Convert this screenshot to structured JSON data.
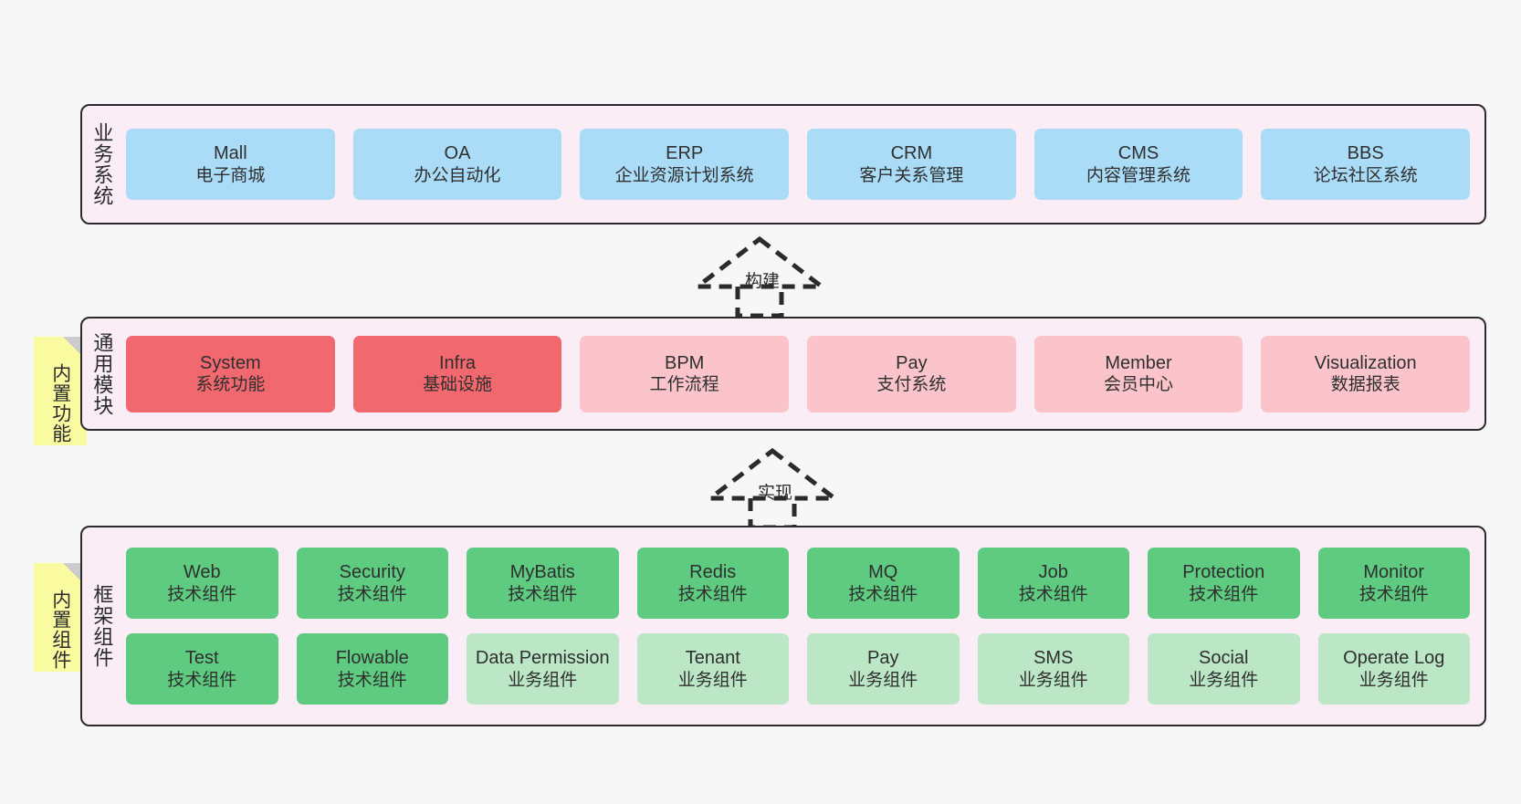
{
  "canvas": {
    "background": "#f7f7f7",
    "panel_background": "#faedf6",
    "panel_border": "#2b2b2b",
    "note_color": "#fafaa0",
    "note_fold_color": "#cccccc"
  },
  "sections": [
    {
      "id": "business-systems",
      "title": "业务系统",
      "note": null,
      "rows": [
        {
          "boxes": [
            {
              "l1": "Mall",
              "l2": "电子商城",
              "color": "#aadcf8",
              "style": "c-blue"
            },
            {
              "l1": "OA",
              "l2": "办公自动化",
              "color": "#aadcf8",
              "style": "c-blue"
            },
            {
              "l1": "ERP",
              "l2": "企业资源计划系统",
              "color": "#aadcf8",
              "style": "c-blue"
            },
            {
              "l1": "CRM",
              "l2": "客户关系管理",
              "color": "#aadcf8",
              "style": "c-blue"
            },
            {
              "l1": "CMS",
              "l2": "内容管理系统",
              "color": "#aadcf8",
              "style": "c-blue"
            },
            {
              "l1": "BBS",
              "l2": "论坛社区系统",
              "color": "#aadcf8",
              "style": "c-blue"
            }
          ]
        }
      ]
    },
    {
      "id": "common-modules",
      "title": "通用模块",
      "note": "内置功能",
      "rows": [
        {
          "boxes": [
            {
              "l1": "System",
              "l2": "系统功能",
              "color": "#f2686f",
              "style": "c-red"
            },
            {
              "l1": "Infra",
              "l2": "基础设施",
              "color": "#f2686f",
              "style": "c-red"
            },
            {
              "l1": "BPM",
              "l2": "工作流程",
              "color": "#fbc4cb",
              "style": "c-pink"
            },
            {
              "l1": "Pay",
              "l2": "支付系统",
              "color": "#fbc4cb",
              "style": "c-pink"
            },
            {
              "l1": "Member",
              "l2": "会员中心",
              "color": "#fbc4cb",
              "style": "c-pink"
            },
            {
              "l1": "Visualization",
              "l2": "数据报表",
              "color": "#fbc4cb",
              "style": "c-pink"
            }
          ]
        }
      ]
    },
    {
      "id": "framework-components",
      "title": "框架组件",
      "note": "内置组件",
      "rows": [
        {
          "boxes": [
            {
              "l1": "Web",
              "l2": "技术组件",
              "color": "#5ecb81",
              "style": "c-green"
            },
            {
              "l1": "Security",
              "l2": "技术组件",
              "color": "#5ecb81",
              "style": "c-green"
            },
            {
              "l1": "MyBatis",
              "l2": "技术组件",
              "color": "#5ecb81",
              "style": "c-green"
            },
            {
              "l1": "Redis",
              "l2": "技术组件",
              "color": "#5ecb81",
              "style": "c-green"
            },
            {
              "l1": "MQ",
              "l2": "技术组件",
              "color": "#5ecb81",
              "style": "c-green"
            },
            {
              "l1": "Job",
              "l2": "技术组件",
              "color": "#5ecb81",
              "style": "c-green"
            },
            {
              "l1": "Protection",
              "l2": "技术组件",
              "color": "#5ecb81",
              "style": "c-green"
            },
            {
              "l1": "Monitor",
              "l2": "技术组件",
              "color": "#5ecb81",
              "style": "c-green"
            }
          ]
        },
        {
          "boxes": [
            {
              "l1": "Test",
              "l2": "技术组件",
              "color": "#5ecb81",
              "style": "c-green"
            },
            {
              "l1": "Flowable",
              "l2": "技术组件",
              "color": "#5ecb81",
              "style": "c-green"
            },
            {
              "l1": "Data Permission",
              "l2": "业务组件",
              "color": "#bbe7c6",
              "style": "c-greenlight"
            },
            {
              "l1": "Tenant",
              "l2": "业务组件",
              "color": "#bbe7c6",
              "style": "c-greenlight"
            },
            {
              "l1": "Pay",
              "l2": "业务组件",
              "color": "#bbe7c6",
              "style": "c-greenlight"
            },
            {
              "l1": "SMS",
              "l2": "业务组件",
              "color": "#bbe7c6",
              "style": "c-greenlight"
            },
            {
              "l1": "Social",
              "l2": "业务组件",
              "color": "#bbe7c6",
              "style": "c-greenlight"
            },
            {
              "l1": "Operate Log",
              "l2": "业务组件",
              "color": "#bbe7c6",
              "style": "c-greenlight"
            }
          ]
        }
      ]
    }
  ],
  "connectors": [
    {
      "id": "build",
      "label": "构建",
      "icon": "dashed-generalization-arrow-up"
    },
    {
      "id": "implement",
      "label": "实现",
      "icon": "dashed-generalization-arrow-up"
    }
  ]
}
